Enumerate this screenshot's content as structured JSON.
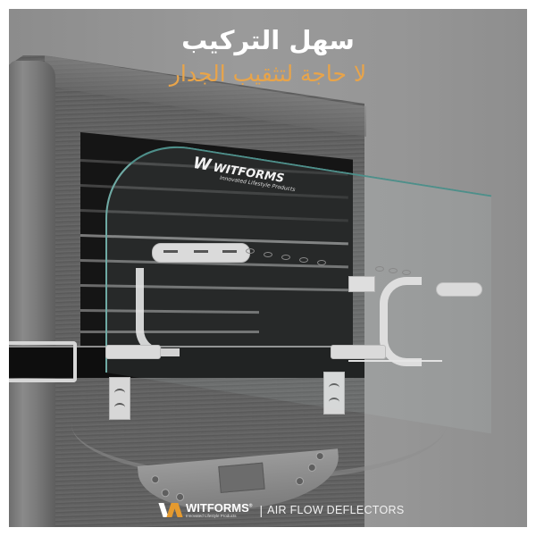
{
  "headline": {
    "title": "سهل التركيب",
    "subtitle": "لا حاجة لتثقيب الجدار",
    "title_color": "#ffffff",
    "subtitle_color": "#e8a44a"
  },
  "glass_logo": {
    "mark": "W",
    "name": "WITFORMS",
    "registered": "®",
    "tagline": "Innovated Lifestyle Products"
  },
  "footer": {
    "brand_name": "WITFORMS",
    "registered": "®",
    "brand_tagline": "Innovated Lifestyle Products",
    "separator": "|",
    "product": "AIR FLOW DEFLECTORS",
    "logo_colors": {
      "left": "#ffffff",
      "right": "#e59a2f"
    }
  },
  "colors": {
    "background": "#959595",
    "border": "#ffffff",
    "cooler_body": "#626262",
    "louvers": "#151515",
    "glass_edge": "#4e8f8a",
    "accent": "#e8a44a"
  },
  "icons": {
    "brand_logo": "witforms-w-icon"
  }
}
